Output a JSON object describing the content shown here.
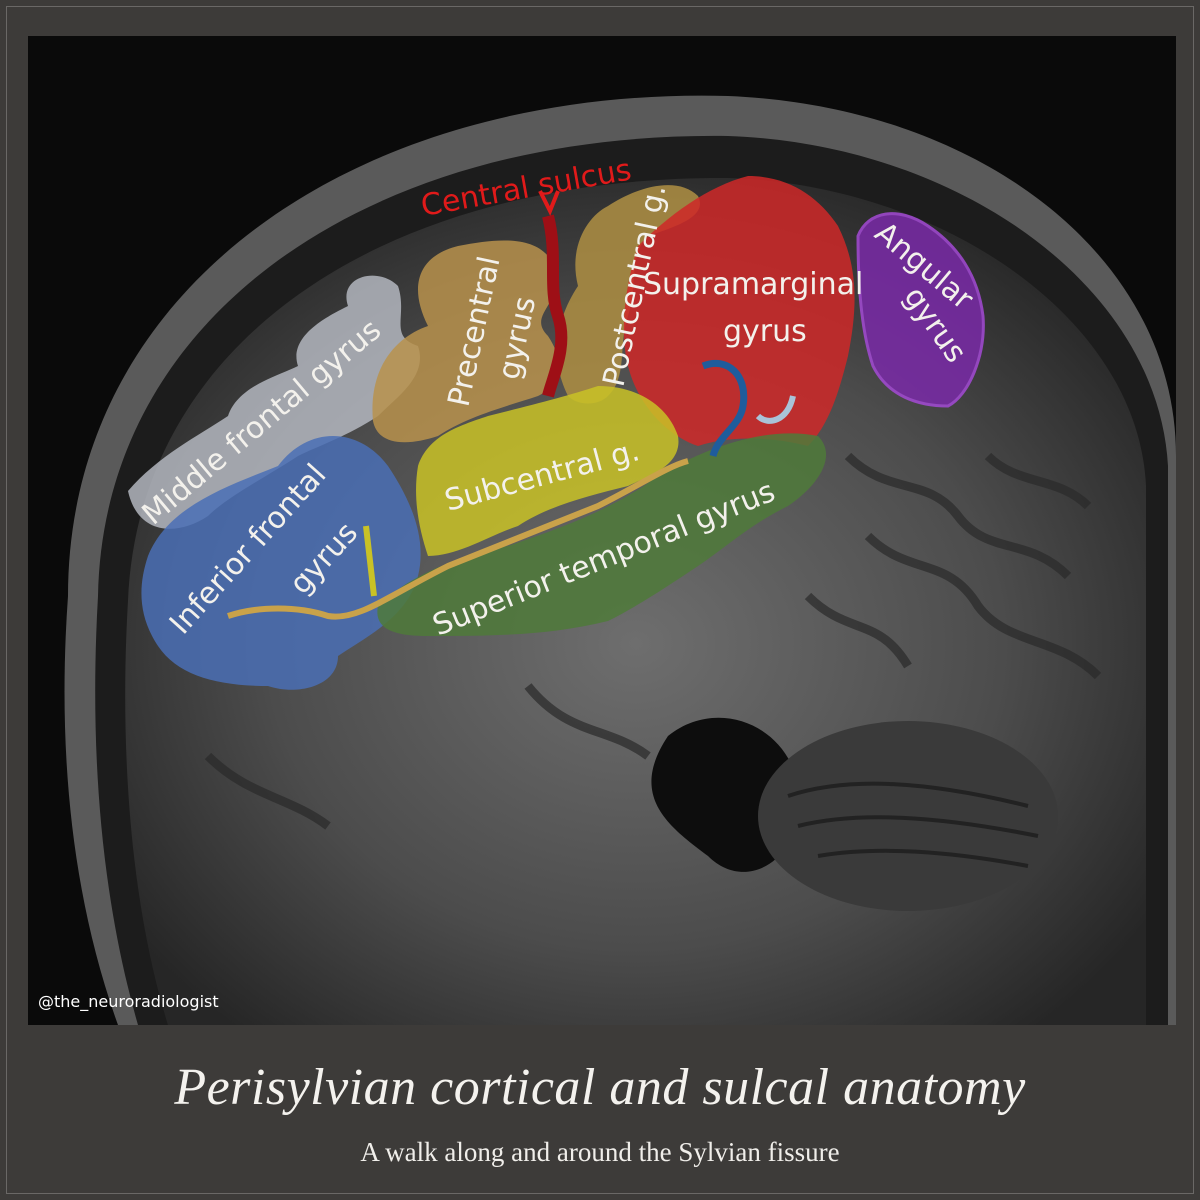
{
  "image": {
    "description_labels": {
      "central_sulcus": "Central sulcus",
      "precentral_gyrus_line1": "Precentral",
      "precentral_gyrus_line2": "gyrus",
      "postcentral_g": "Postcentral g.",
      "supramarginal_line1": "Supramarginal",
      "supramarginal_line2": "gyrus",
      "angular_line1": "Angular",
      "angular_line2": "gyrus",
      "middle_frontal_gyrus": "Middle frontal gyrus",
      "inferior_frontal_line1": "Inferior frontal",
      "inferior_frontal_line2": "gyrus",
      "subcentral_g": "Subcentral g.",
      "superior_temporal_gyrus": "Superior temporal gyrus"
    },
    "colors": {
      "middle_frontal": "#b8bcc4",
      "inferior_frontal": "#4a6fb5",
      "precentral": "#b8924c",
      "postcentral": "#a98b42",
      "central_sulcus": "#c4121a",
      "supramarginal": "#cf2828",
      "angular": "#7a2aa8",
      "subcentral": "#c9c226",
      "superior_temporal": "#4f7a3a",
      "sylvian_line": "#c9a24a",
      "blue_sulcus": "#1f5c9c",
      "light_sulcus": "#a9c3d8"
    }
  },
  "watermark": "@the_neuroradiologist",
  "title": "Perisylvian cortical and sulcal anatomy",
  "subtitle": "A walk along and around the Sylvian fissure"
}
